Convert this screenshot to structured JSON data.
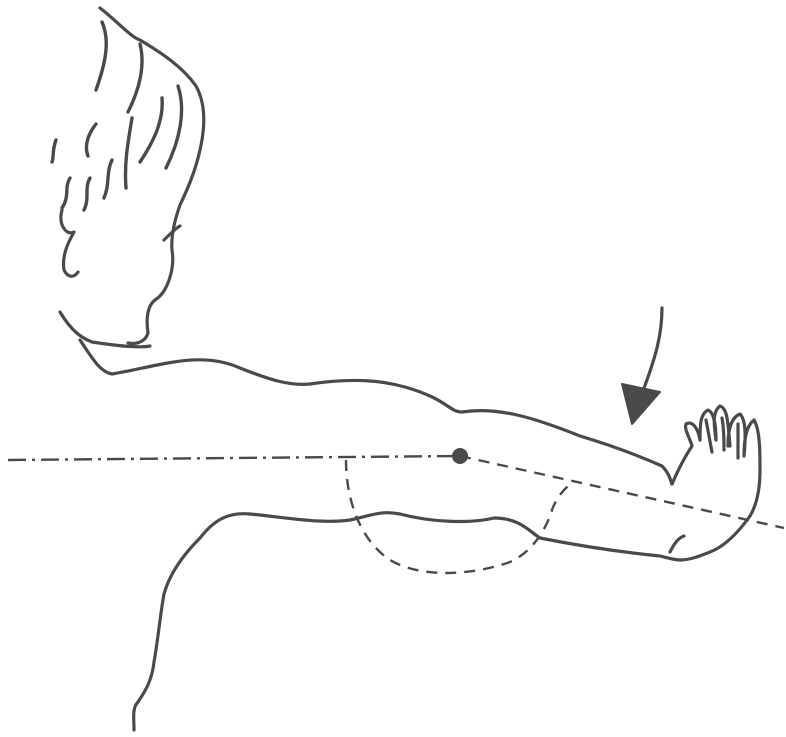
{
  "figure": {
    "line_color": "#4a4a4a",
    "background": "#ffffff",
    "icons": [
      "head-outline",
      "arm-outline",
      "hand-outline",
      "rotation-arrow-icon",
      "elbow-pivot-dot"
    ]
  }
}
